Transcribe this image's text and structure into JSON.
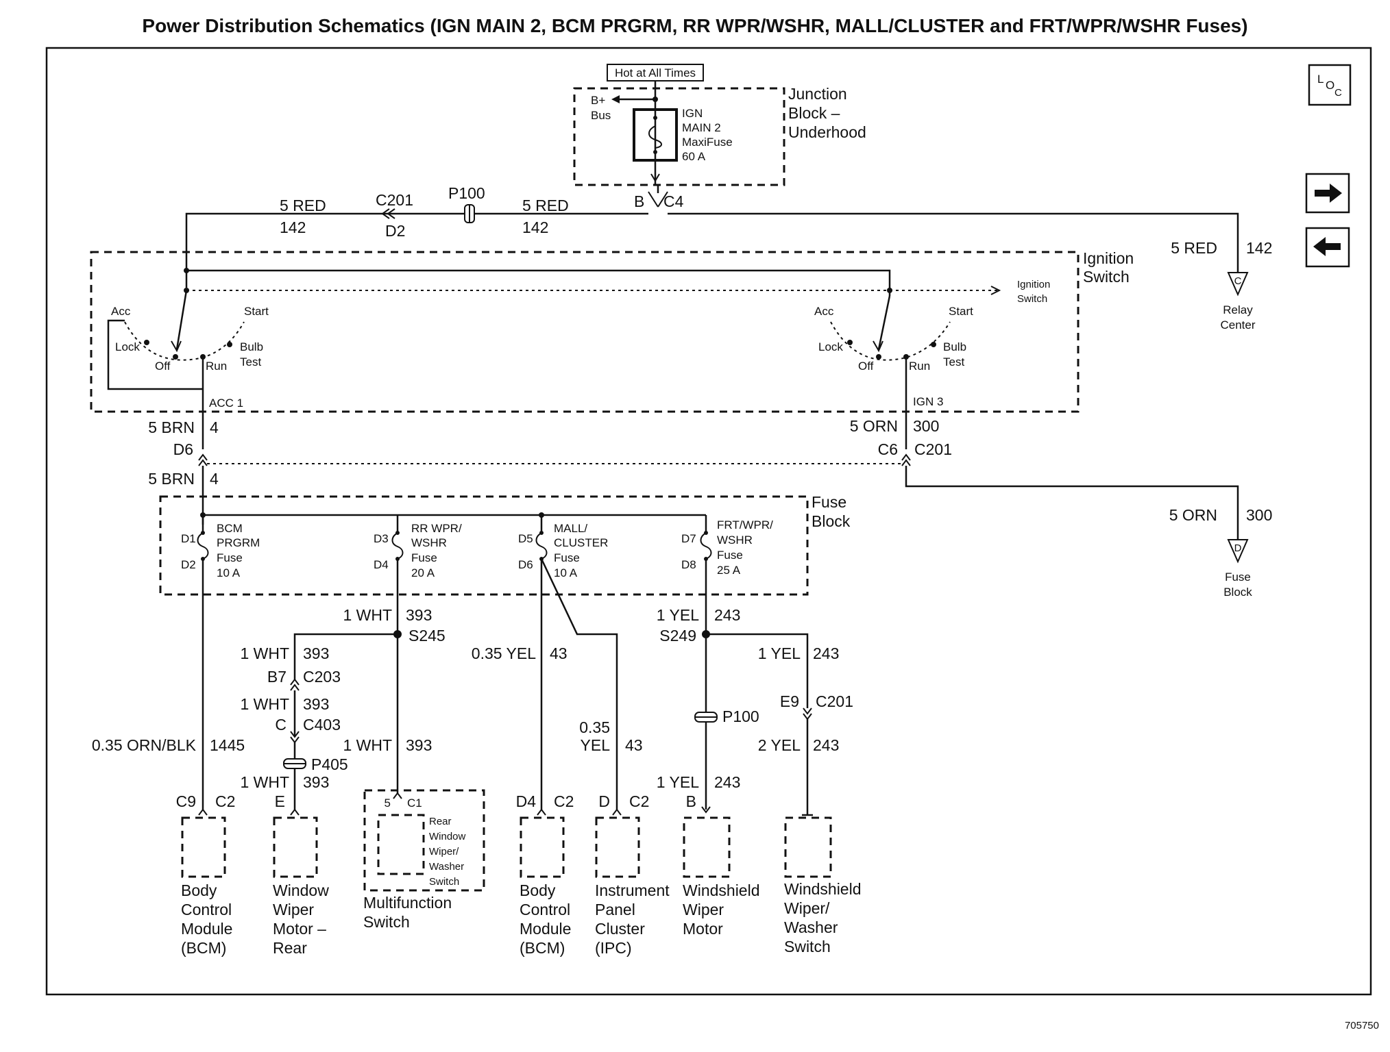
{
  "title": "Power Distribution Schematics (IGN MAIN 2, BCM PRGRM, RR WPR/WSHR, MALL/CLUSTER and FRT/WPR/WSHR Fuses)",
  "figure_id": "705750",
  "nav": {
    "loc_main": "L",
    "loc_sub1": "O",
    "loc_sub2": "C"
  },
  "junction": {
    "hot_label": "Hot at All Times",
    "bplus": "B+",
    "bus": "Bus",
    "fuse": [
      "IGN",
      "MAIN 2",
      "MaxiFuse",
      "60 A"
    ],
    "block": [
      "Junction",
      "Block –",
      "Underhood"
    ],
    "conn_b": "B",
    "conn_c4": "C4"
  },
  "wires_top": {
    "l_gauge": "5 RED",
    "l_circuit": "142",
    "c201": "C201",
    "d2": "D2",
    "p100": "P100",
    "r_gauge": "5 RED",
    "r_circuit": "142",
    "relay_gauge": "5 RED",
    "relay_circuit": "142",
    "relay_letter": "C",
    "relay_name": [
      "Relay",
      "Center"
    ]
  },
  "ignition": {
    "name": [
      "Ignition",
      "Switch"
    ],
    "ref": [
      "Ignition",
      "Switch"
    ],
    "acc": "Acc",
    "start": "Start",
    "lock": "Lock",
    "off": "Off",
    "run": "Run",
    "bulb": "Bulb",
    "test": "Test",
    "acc1": "ACC 1",
    "ign3": "IGN 3"
  },
  "mid": {
    "brn_gauge": "5 BRN",
    "brn_circuit": "4",
    "d6": "D6",
    "brn_gauge2": "5 BRN",
    "brn_circuit2": "4",
    "orn_gauge": "5 ORN",
    "orn_circuit": "300",
    "c6": "C6",
    "c201": "C201",
    "fb_gauge": "5 ORN",
    "fb_circuit": "300",
    "fb_letter": "D",
    "fb_name": [
      "Fuse",
      "Block"
    ]
  },
  "fuse_block": {
    "name": [
      "Fuse",
      "Block"
    ],
    "fuses": [
      {
        "top": "D1",
        "bot": "D2",
        "text": [
          "BCM",
          "PRGRM",
          "Fuse",
          "10 A"
        ]
      },
      {
        "top": "D3",
        "bot": "D4",
        "text": [
          "RR WPR/",
          "WSHR",
          "Fuse",
          "20 A"
        ]
      },
      {
        "top": "D5",
        "bot": "D6",
        "text": [
          "MALL/",
          "CLUSTER",
          "Fuse",
          "10 A"
        ]
      },
      {
        "top": "D7",
        "bot": "D8",
        "text": [
          "FRT/WPR/",
          "WSHR",
          "Fuse",
          "25 A"
        ]
      }
    ]
  },
  "lower": {
    "wht1_g": "1 WHT",
    "wht1_c": "393",
    "s245": "S245",
    "wht2_g": "1 WHT",
    "wht2_c": "393",
    "b7": "B7",
    "c203": "C203",
    "wht3_g": "1 WHT",
    "wht3_c": "393",
    "c": "C",
    "c403": "C403",
    "wht4_g": "1 WHT",
    "wht4_c": "393",
    "p405": "P405",
    "wht5_g": "1 WHT",
    "wht5_c": "393",
    "orn_g": "0.35 ORN/BLK",
    "orn_c": "1445",
    "yel35_g": "0.35 YEL",
    "yel35_c": "43",
    "yel35b_g1": "0.35",
    "yel35b_g2": "YEL",
    "yel35b_c": "43",
    "yel1_g": "1 YEL",
    "yel1_c": "243",
    "s249": "S249",
    "yel2_g": "1 YEL",
    "yel2_c": "243",
    "e9": "E9",
    "c201": "C201",
    "p100": "P100",
    "yel3_g": "2 YEL",
    "yel3_c": "243",
    "yel4_g": "1 YEL",
    "yel4_c": "243"
  },
  "components": [
    {
      "pin": "C9",
      "conn": "C2",
      "name": [
        "Body",
        "Control",
        "Module",
        "(BCM)"
      ]
    },
    {
      "pin": "E",
      "conn": "",
      "name": [
        "Window",
        "Wiper",
        "Motor –",
        "Rear"
      ]
    },
    {
      "pin": "5",
      "conn": "C1",
      "inner": [
        "Rear",
        "Window",
        "Wiper/",
        "Washer",
        "Switch"
      ],
      "name": [
        "Multifunction",
        "Switch"
      ]
    },
    {
      "pin": "D4",
      "conn": "C2",
      "name": [
        "Body",
        "Control",
        "Module",
        "(BCM)"
      ]
    },
    {
      "pin": "D",
      "conn": "C2",
      "name": [
        "Instrument",
        "Panel",
        "Cluster",
        "(IPC)"
      ]
    },
    {
      "pin": "B",
      "conn": "",
      "name": [
        "Windshield",
        "Wiper",
        "Motor"
      ]
    },
    {
      "pin": "",
      "conn": "",
      "name": [
        "Windshield",
        "Wiper/",
        "Washer",
        "Switch"
      ]
    }
  ]
}
